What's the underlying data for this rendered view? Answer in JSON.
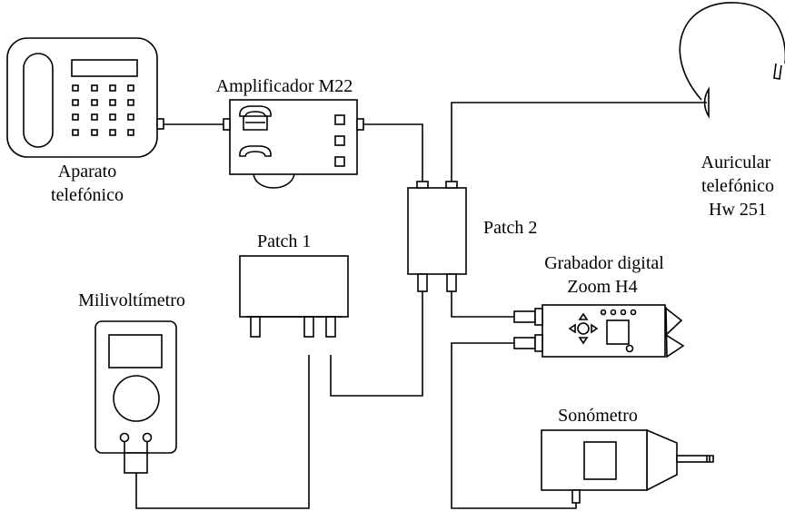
{
  "labels": {
    "telefono_1": "Aparato",
    "telefono_2": "telefónico",
    "amplificador": "Amplificador M22",
    "patch2": "Patch 2",
    "patch1": "Patch 1",
    "auricular_1": "Auricular",
    "auricular_2": "telefónico",
    "auricular_3": "Hw 251",
    "grabador_1": "Grabador digital",
    "grabador_2": "Zoom H4",
    "milivoltimetro": "Milivoltímetro",
    "sonometro": "Sonómetro"
  }
}
